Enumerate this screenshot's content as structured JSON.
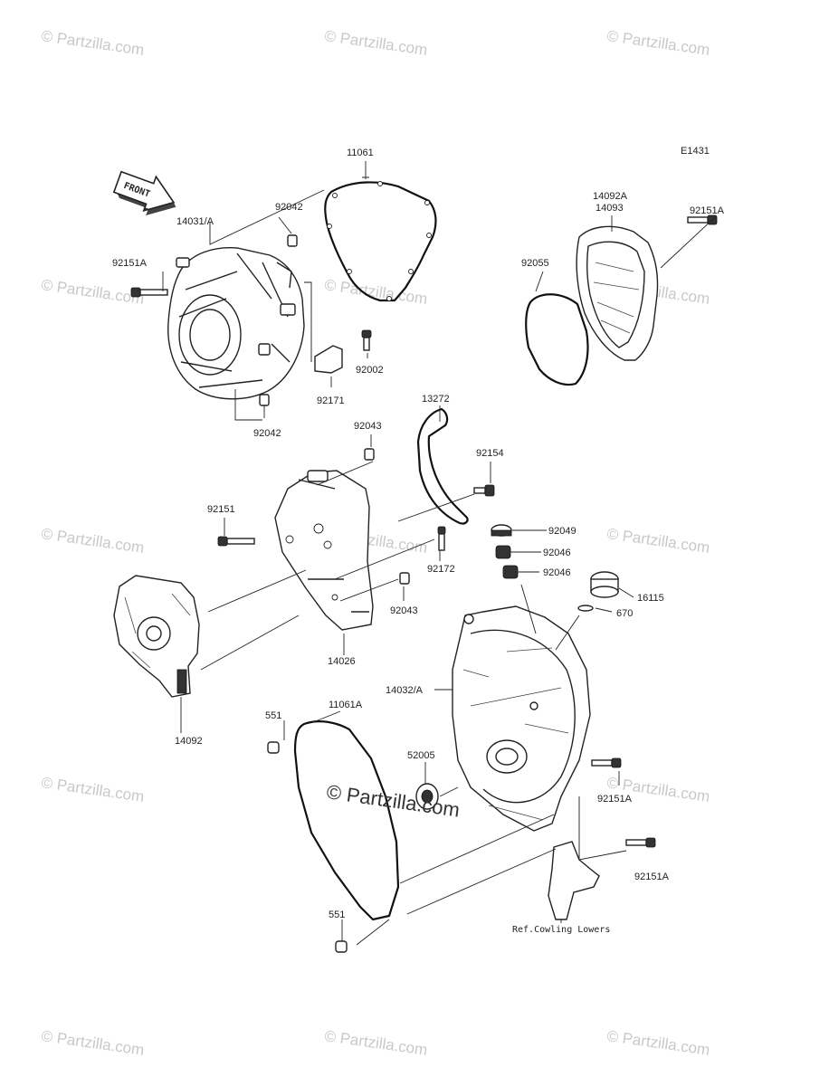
{
  "diagram_code": "E1431",
  "front_arrow_label": "FRONT",
  "watermark_text": "© Partzilla.com",
  "center_watermark_text": "© Partzilla.com",
  "reference_note": "Ref.Cowling Lowers",
  "part_numbers": {
    "p11061": "11061",
    "p14092A": "14092A",
    "p14093": "14093",
    "p92151A_top": "92151A",
    "p14031A": "14031/A",
    "p92042_top": "92042",
    "p92151A_left": "92151A",
    "p92055": "92055",
    "p92002": "92002",
    "p92171": "92171",
    "p92042_bottom": "92042",
    "p13272": "13272",
    "p92043_top": "92043",
    "p92154": "92154",
    "p92151": "92151",
    "p92049": "92049",
    "p92046_a": "92046",
    "p92172": "92172",
    "p92046_b": "92046",
    "p16115": "16115",
    "p670": "670",
    "p92043_bottom": "92043",
    "p14026": "14026",
    "p14032A": "14032/A",
    "p551_top": "551",
    "p11061A": "11061A",
    "p14092": "14092",
    "p52005": "52005",
    "p92151A_mid": "92151A",
    "p92151A_bottom": "92151A",
    "p551_bottom": "551"
  },
  "colors": {
    "ink": "#222222",
    "watermark": "#c9c9c9",
    "background": "#ffffff"
  }
}
